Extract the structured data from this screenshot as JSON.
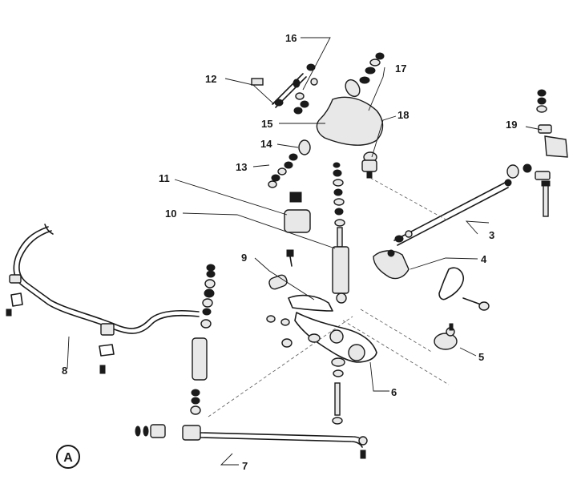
{
  "callouts": [
    {
      "id": "1",
      "label": "16"
    },
    {
      "id": "2",
      "label": "17"
    },
    {
      "id": "3",
      "label": "12"
    },
    {
      "id": "4",
      "label": "18"
    },
    {
      "id": "5",
      "label": "15"
    },
    {
      "id": "6",
      "label": "19"
    },
    {
      "id": "7",
      "label": "14"
    },
    {
      "id": "8",
      "label": "13"
    },
    {
      "id": "9",
      "label": "11"
    },
    {
      "id": "10",
      "label": "10"
    },
    {
      "id": "11",
      "label": "3"
    },
    {
      "id": "12",
      "label": "9"
    },
    {
      "id": "13",
      "label": "4"
    },
    {
      "id": "14",
      "label": "8"
    },
    {
      "id": "15",
      "label": "5"
    },
    {
      "id": "16",
      "label": "6"
    },
    {
      "id": "17",
      "label": "7"
    }
  ],
  "view_marker": "A"
}
